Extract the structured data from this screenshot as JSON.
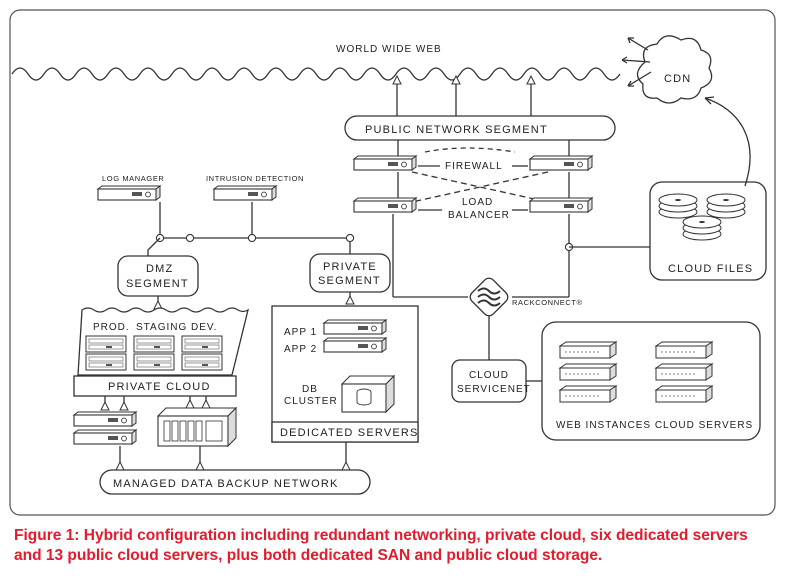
{
  "diagram": {
    "world_wide_web": "WORLD WIDE WEB",
    "cdn": "CDN",
    "public_network_segment": "PUBLIC NETWORK SEGMENT",
    "firewall": "FIREWALL",
    "load_balancer_line1": "LOAD",
    "load_balancer_line2": "BALANCER",
    "cloud_files": "CLOUD FILES",
    "log_manager": "LOG MANAGER",
    "intrusion_detection": "INTRUSION DETECTION",
    "dmz_line1": "DMZ",
    "dmz_line2": "SEGMENT",
    "private_segment_line1": "PRIVATE",
    "private_segment_line2": "SEGMENT",
    "rackconnect": "RACKCONNECT®",
    "prod": "PROD.",
    "staging": "STAGING",
    "dev": "DEV.",
    "private_cloud": "PRIVATE CLOUD",
    "app1": "APP 1",
    "app2": "APP 2",
    "db_line1": "DB",
    "db_line2": "CLUSTER",
    "dedicated_servers": "DEDICATED SERVERS",
    "cloud_servicenet_line1": "CLOUD",
    "cloud_servicenet_line2": "SERVICENET",
    "web_instances": "WEB INSTANCES CLOUD SERVERS",
    "managed_backup": "MANAGED DATA BACKUP NETWORK"
  },
  "caption": "Figure 1: Hybrid configuration including redundant networking, private cloud, six dedicated servers and 13 public cloud servers, plus both dedicated SAN and public cloud storage.",
  "colors": {
    "caption": "#e21b2d",
    "line": "#333333"
  }
}
